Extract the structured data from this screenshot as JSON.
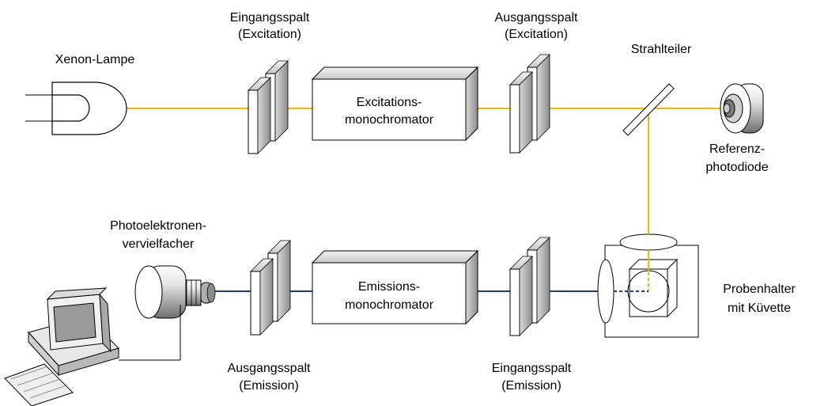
{
  "labels": {
    "xenon_lamp": "Xenon-Lampe",
    "entrance_slit_exc_1": "Eingangsspalt",
    "entrance_slit_exc_2": "(Excitation)",
    "exit_slit_exc_1": "Ausgangsspalt",
    "exit_slit_exc_2": "(Excitation)",
    "beam_splitter": "Strahlteiler",
    "exc_mono_1": "Excitations-",
    "exc_mono_2": "monochromator",
    "ref_diode_1": "Referenz-",
    "ref_diode_2": "photodiode",
    "pmt_1": "Photoelektronen-",
    "pmt_2": "vervielfacher",
    "em_mono_1": "Emissions-",
    "em_mono_2": "monochromator",
    "sample_1": "Probenhalter",
    "sample_2": "mit Küvette",
    "exit_slit_em_1": "Ausgangsspalt",
    "exit_slit_em_2": "(Emission)",
    "entrance_slit_em_1": "Eingangsspalt",
    "entrance_slit_em_2": "(Emission)"
  },
  "colors": {
    "excitation_beam": "#f4b400",
    "emission_beam": "#1f3f7a",
    "box_face": "#ffffff",
    "box_side": "#b5b5b5",
    "outline": "#000000"
  }
}
